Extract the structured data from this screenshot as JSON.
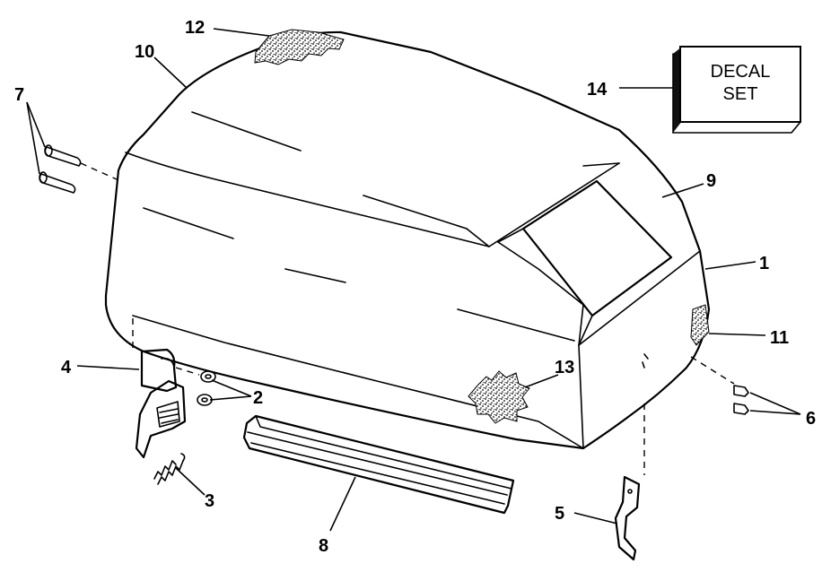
{
  "decal": {
    "line1": "DECAL",
    "line2": "SET"
  },
  "callouts": {
    "c1": "1",
    "c2": "2",
    "c3": "3",
    "c4": "4",
    "c5": "5",
    "c6": "6",
    "c7": "7",
    "c8": "8",
    "c9": "9",
    "c10": "10",
    "c11": "11",
    "c12": "12",
    "c13": "13",
    "c14": "14"
  },
  "colors": {
    "ink": "#000000",
    "paper": "#ffffff",
    "decal_side": "#111111"
  }
}
